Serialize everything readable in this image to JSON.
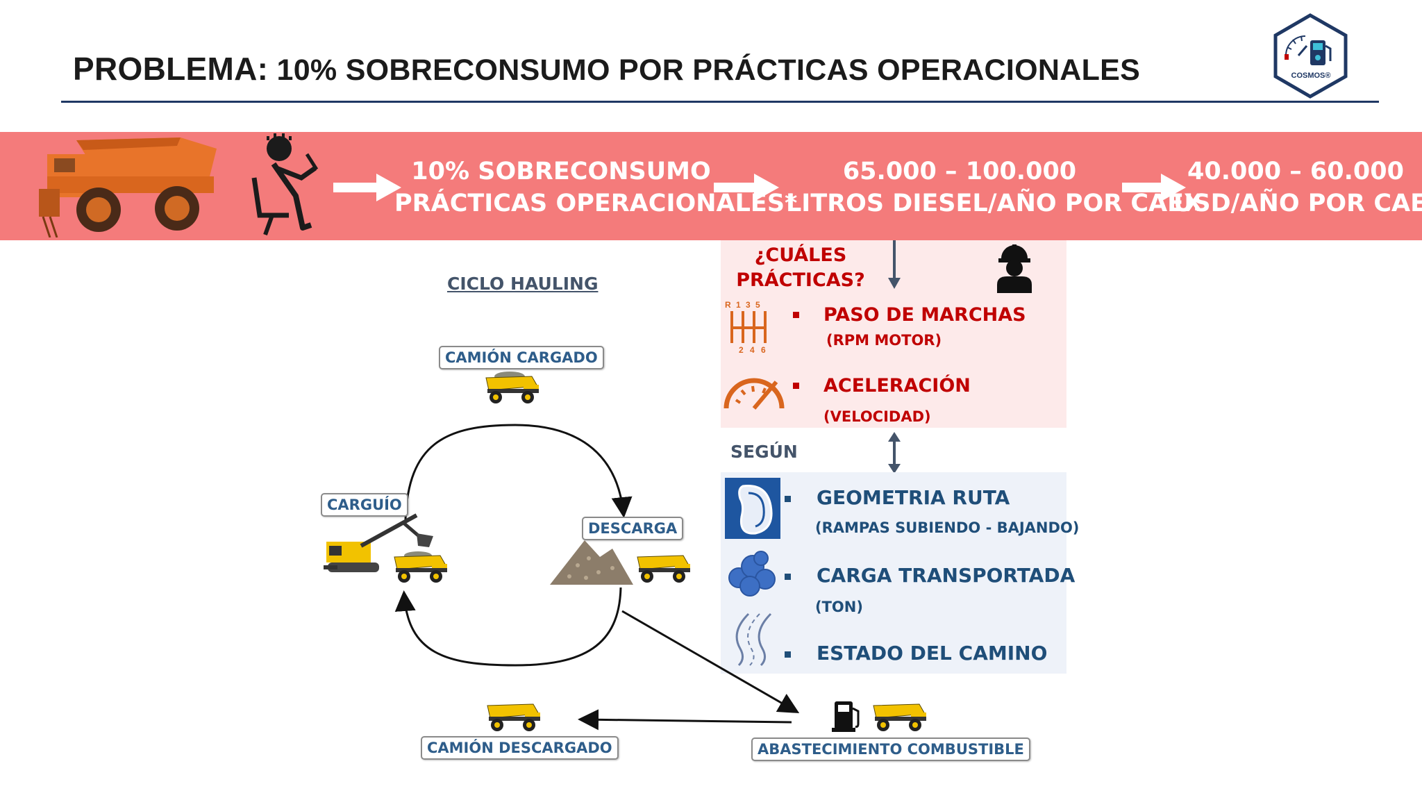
{
  "header": {
    "title_prefix": "PROBLEMA:",
    "title_main": " 10% SOBRECONSUMO POR PRÁCTICAS OPERACIONALES",
    "logo_text": "COSMOS®"
  },
  "band": {
    "step1_line1": "10% SOBRECONSUMO",
    "step1_line2": "PRÁCTICAS OPERACIONALES*",
    "step2_line1": "65.000 – 100.000",
    "step2_line2": "LITROS DIESEL/AÑO POR CAEX",
    "step3_line1": "40.000 – 60.000",
    "step3_line2": "USD/AÑO POR CAEX"
  },
  "practices": {
    "question_line1": "¿CUÁLES",
    "question_line2": "PRÁCTICAS?",
    "items": [
      {
        "title": "PASO DE MARCHAS",
        "subtitle": "(RPM MOTOR)",
        "icon": "gear-shift-icon"
      },
      {
        "title": "ACELERACIÓN",
        "subtitle": "(VELOCIDAD)",
        "icon": "speedometer-icon"
      }
    ],
    "gear_labels": {
      "top": "R 1 3 5",
      "bottom": "2 4 6"
    }
  },
  "segun": "SEGÚN",
  "factors": [
    {
      "title": "GEOMETRIA RUTA",
      "subtitle": "(RAMPAS SUBIENDO - BAJANDO)",
      "icon": "route-geometry-icon"
    },
    {
      "title": "CARGA TRANSPORTADA",
      "subtitle": "(TON)",
      "icon": "ore-load-icon"
    },
    {
      "title": "ESTADO DEL CAMINO",
      "subtitle": "",
      "icon": "road-icon"
    }
  ],
  "cycle": {
    "title": "CICLO HAULING",
    "loaded_truck": "CAMIÓN CARGADO",
    "loading": "CARGUÍO",
    "dumping": "DESCARGA",
    "unloaded_truck": "CAMIÓN DESCARGADO",
    "fueling": "ABASTECIMIENTO COMBUSTIBLE"
  },
  "colors": {
    "band": "#f47b7b",
    "red_text": "#c00000",
    "blue_text": "#1f4e79",
    "title_rule": "#1f3864",
    "truck_yellow": "#f2c200"
  }
}
